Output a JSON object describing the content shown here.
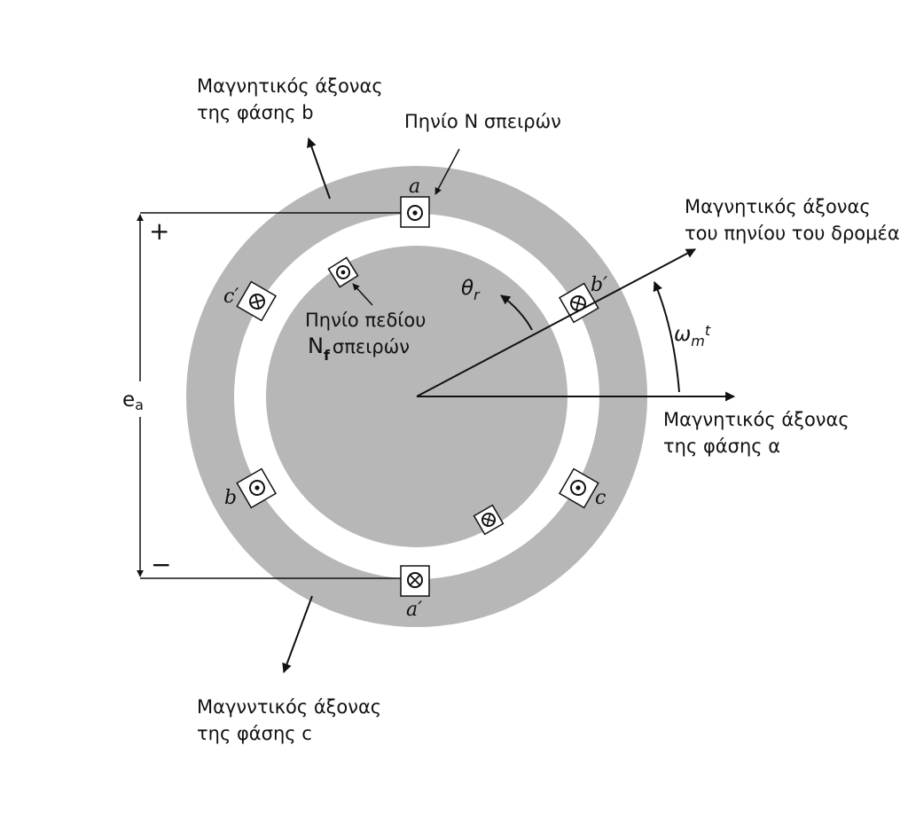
{
  "labels": {
    "axis_b": [
      "Μαγνητικός άξονας",
      "της φάσης b"
    ],
    "axis_c": [
      "Μαγνντικός άξονας",
      "της φάσης c"
    ],
    "axis_a": [
      "Μαγνητικός άξονας",
      "της φάσης α"
    ],
    "rotor_axis": [
      "Μαγνητικός άξονας",
      "του πηνίου του δρομέα"
    ],
    "stator_coil": "Πηνίο N σπειρών",
    "field_coil_line1": "Πηνίο πεδίου",
    "field_coil_N": "N",
    "field_coil_sub": "f",
    "field_coil_rest": "σπειρών",
    "theta": "θ",
    "theta_sub": "r",
    "omega": "ω",
    "omega_sub": "m",
    "omega_t": "t",
    "ea": "e",
    "ea_sub": "a",
    "plus": "+",
    "minus": "−"
  },
  "slots": {
    "a": "a",
    "a_prime": "a′",
    "b": "b",
    "b_prime": "b′",
    "c": "c",
    "c_prime": "c′"
  },
  "colors": {
    "iron": "#b7b7b7",
    "air_gap": "#ffffff",
    "line": "#111111"
  }
}
